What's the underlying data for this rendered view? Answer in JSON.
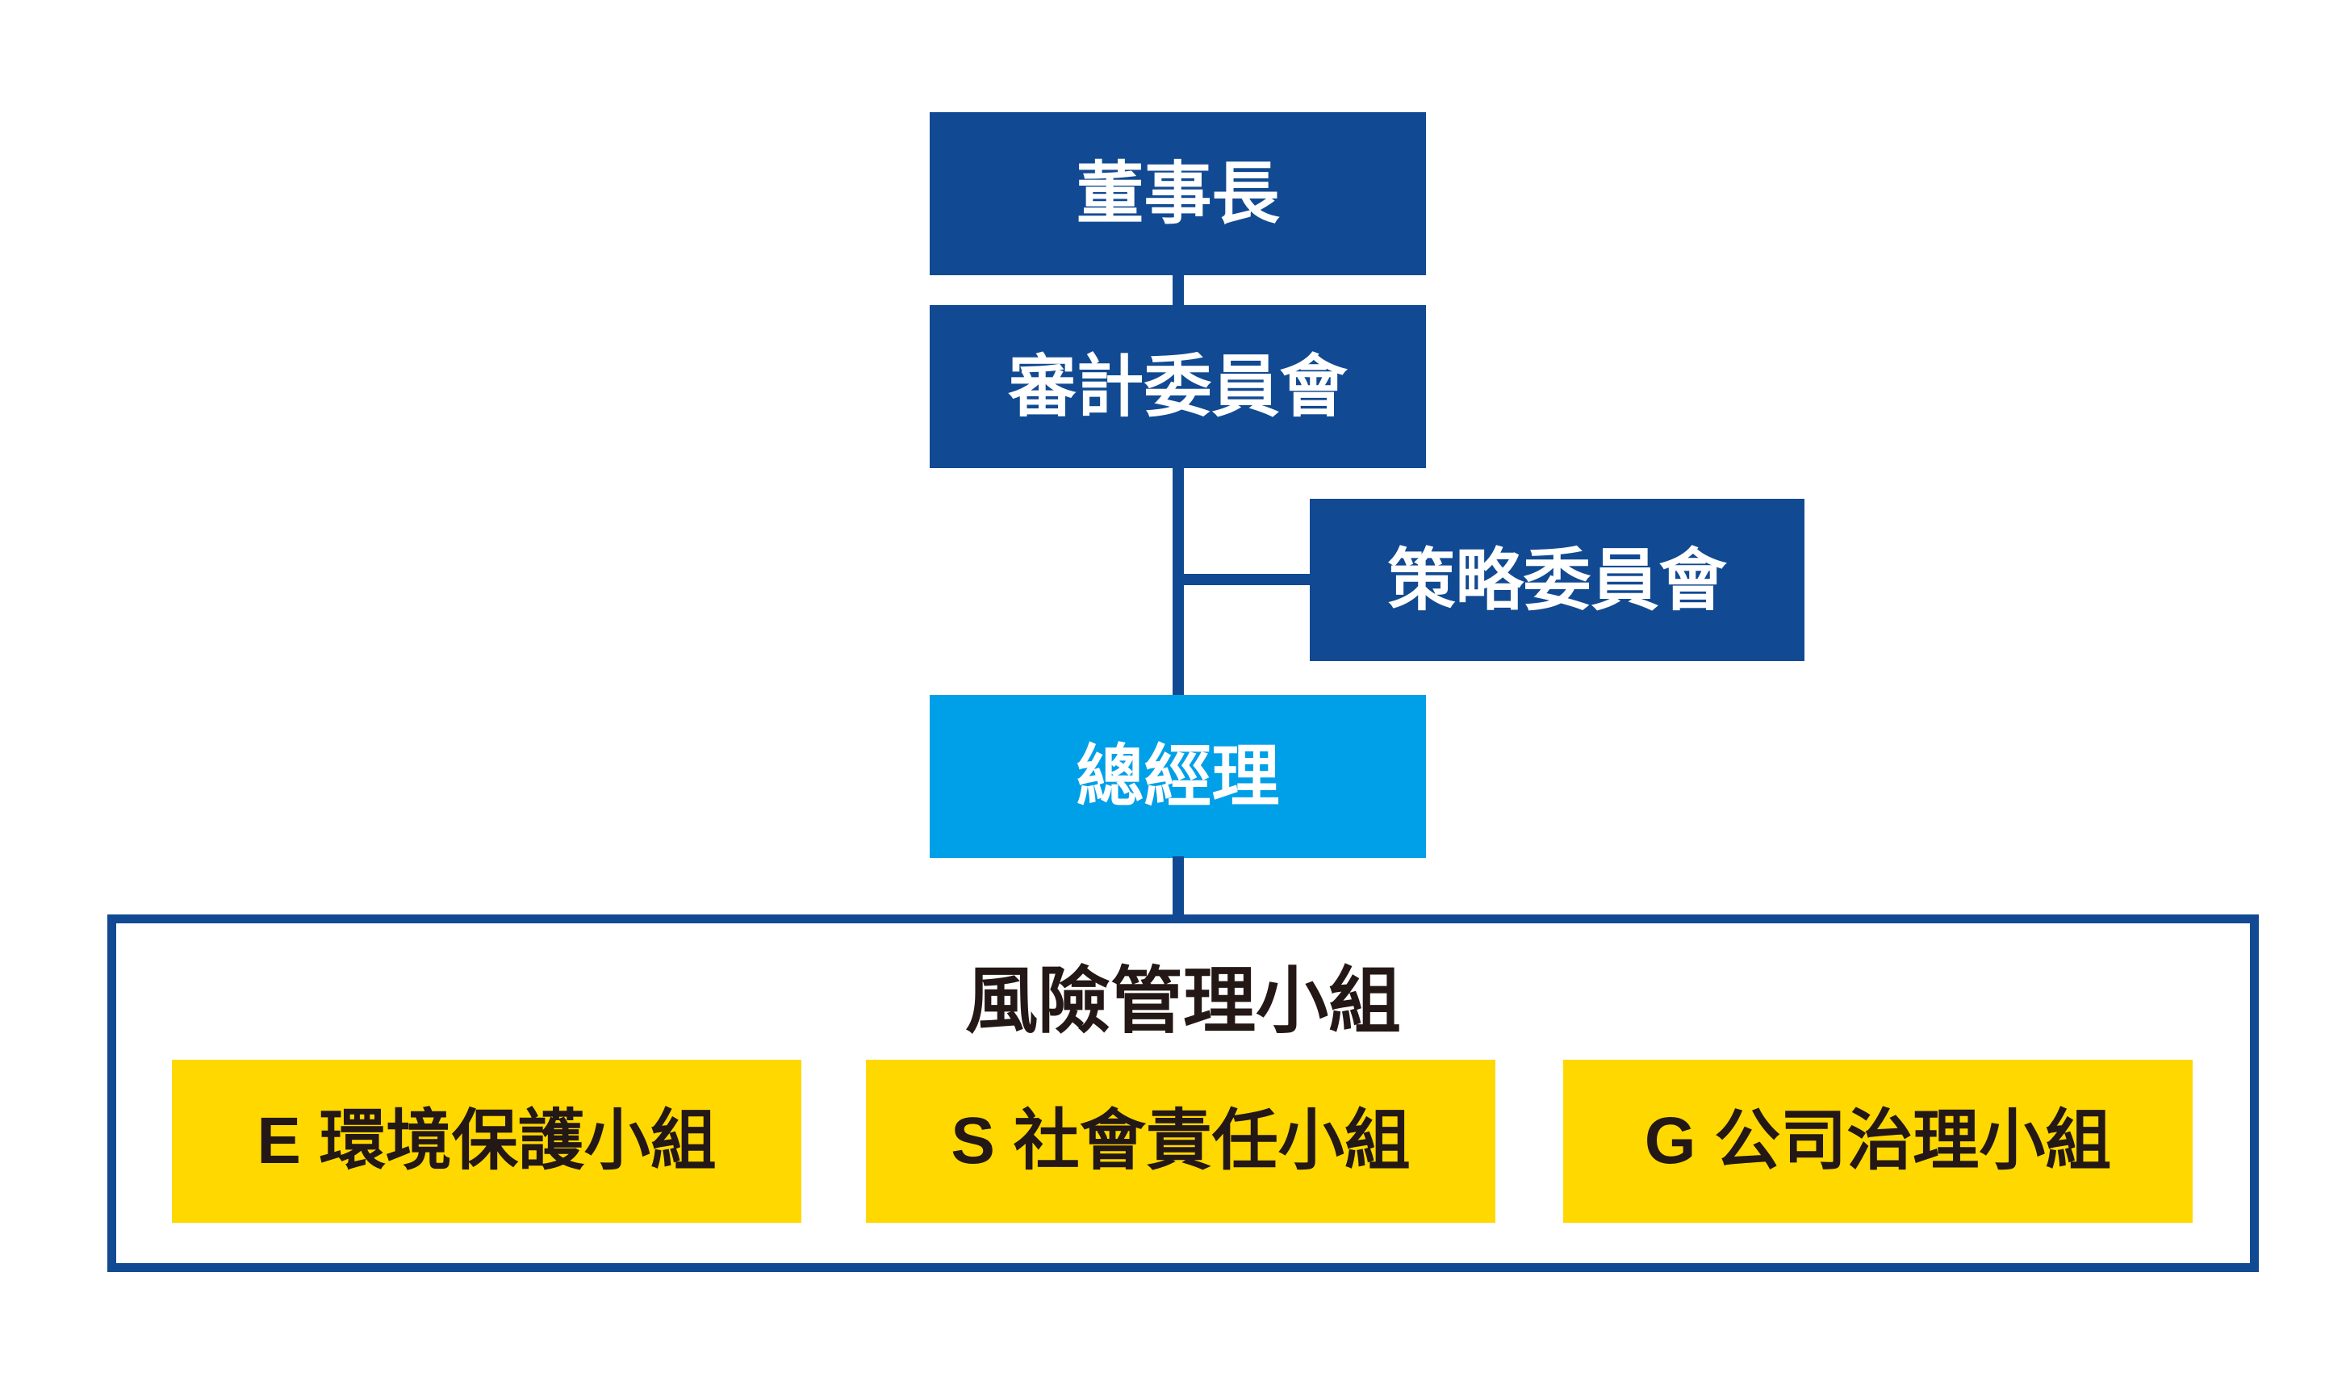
{
  "org": {
    "type": "org-chart",
    "chairman": {
      "label": "董事長"
    },
    "audit_committee": {
      "label": "審計委員會"
    },
    "strategy_committee": {
      "label": "策略委員會"
    },
    "general_manager": {
      "label": "總經理"
    },
    "risk_panel": {
      "title": "風險管理小組"
    },
    "sub_groups": [
      {
        "label": "E 環境保護小組"
      },
      {
        "label": "S 社會責任小組"
      },
      {
        "label": "G 公司治理小組"
      }
    ],
    "hierarchy": [
      "董事長 > 審計委員會",
      "審計委員會 > 策略委員會",
      "審計委員會 > 總經理",
      "總經理 > 風險管理小組",
      "風險管理小組 > E 環境保護小組",
      "風險管理小組 > S 社會責任小組",
      "風險管理小組 > G 公司治理小組"
    ],
    "colors": {
      "navy": "#114a92",
      "light_blue": "#00a0e8",
      "yellow": "#ffd800",
      "dark_text": "#231815",
      "white_text": "#ffffff",
      "background": "#ffffff"
    }
  }
}
